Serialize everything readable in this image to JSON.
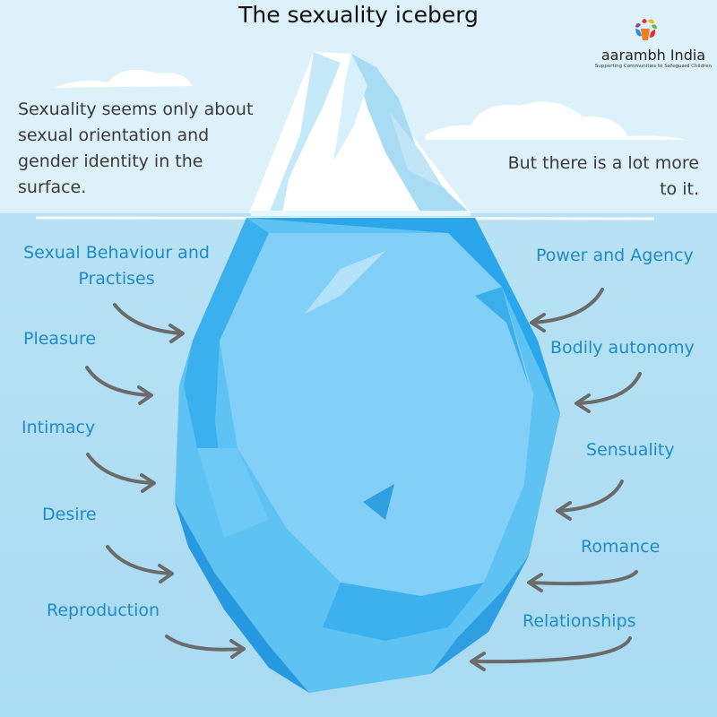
{
  "title": "The sexuality iceberg",
  "logo": {
    "name": "aarambh India",
    "tagline": "Supporting Communities to Safeguard Children"
  },
  "notes": {
    "surface": "Sexuality seems only about sexual orientation and gender identity  in the surface.",
    "more": "But there is a lot more to it."
  },
  "left_labels": [
    "Sexual Behaviour and Practises",
    "Pleasure",
    "Intimacy",
    "Desire",
    "Reproduction"
  ],
  "right_labels": [
    "Power and Agency",
    "Bodily autonomy",
    "Sensuality",
    "Romance",
    "Relationships"
  ],
  "colors": {
    "label": "#1f8ac8",
    "arrow": "#6b6b6b",
    "ice_light": "#8fd4f8",
    "ice_mid": "#4db8f0",
    "ice_dark": "#2a9fe3",
    "tip": "#ffffff"
  }
}
